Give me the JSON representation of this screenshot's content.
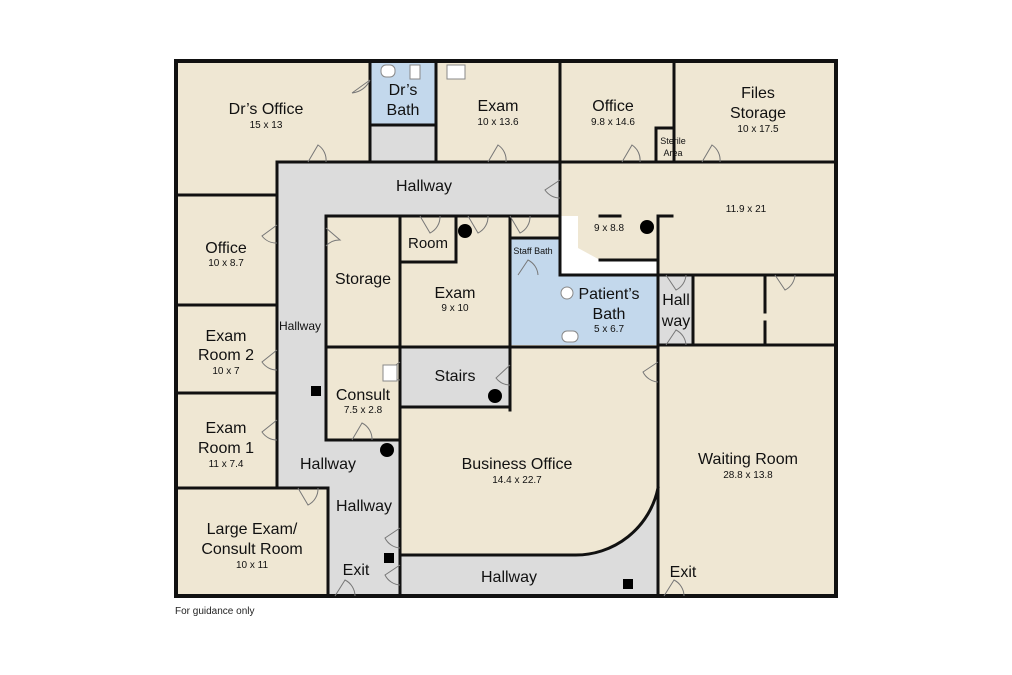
{
  "colors": {
    "room": "#efe7d3",
    "hallway": "#dcdcdc",
    "bath": "#c3d8ec",
    "wall": "#111111",
    "background": "#ffffff"
  },
  "rooms": {
    "drs_office": {
      "name": "Dr’s Office",
      "size": "15 x 13"
    },
    "drs_bath": {
      "name_line1": "Dr’s",
      "name_line2": "Bath"
    },
    "exam_top": {
      "name": "Exam",
      "size": "10 x 13.6"
    },
    "office_top": {
      "name": "Office",
      "size": "9.8 x 14.6"
    },
    "files_storage": {
      "name_line1": "Files",
      "name_line2": "Storage",
      "size": "10 x 17.5"
    },
    "sterile_area": {
      "name_line1": "Sterile",
      "name_line2": "Area"
    },
    "hallway_top": {
      "name": "Hallway"
    },
    "room_9x88": {
      "size": "9 x 8.8"
    },
    "room_119x21": {
      "size": "11.9 x 21"
    },
    "office_left": {
      "name": "Office",
      "size": "10 x 8.7"
    },
    "room_small": {
      "name": "Room"
    },
    "staff_bath": {
      "name": "Staff Bath"
    },
    "storage": {
      "name": "Storage"
    },
    "exam_mid": {
      "name": "Exam",
      "size": "9 x 10"
    },
    "patients_bath": {
      "name_line1": "Patient’s",
      "name_line2": "Bath",
      "size": "5 x 6.7"
    },
    "hallway_small": {
      "name_line1": "Hall",
      "name_line2": "way"
    },
    "hallway_left": {
      "name": "Hallway"
    },
    "exam_room_2": {
      "name_line1": "Exam",
      "name_line2": "Room 2",
      "size": "10 x 7"
    },
    "stairs": {
      "name": "Stairs"
    },
    "consult": {
      "name": "Consult",
      "size": "7.5 x 2.8"
    },
    "exam_room_1": {
      "name_line1": "Exam",
      "name_line2": "Room 1",
      "size": "11 x 7.4"
    },
    "hallway_mid": {
      "name": "Hallway"
    },
    "business_office": {
      "name": "Business Office",
      "size": "14.4 x 22.7"
    },
    "waiting_room": {
      "name": "Waiting Room",
      "size": "28.8 x 13.8"
    },
    "hallway_lower": {
      "name": "Hallway"
    },
    "large_exam": {
      "name_line1": "Large Exam/",
      "name_line2": "Consult Room",
      "size": "10 x 11"
    },
    "exit_left": {
      "name": "Exit"
    },
    "hallway_bottom": {
      "name": "Hallway"
    },
    "exit_right": {
      "name": "Exit"
    }
  },
  "footer_note": "For guidance only"
}
